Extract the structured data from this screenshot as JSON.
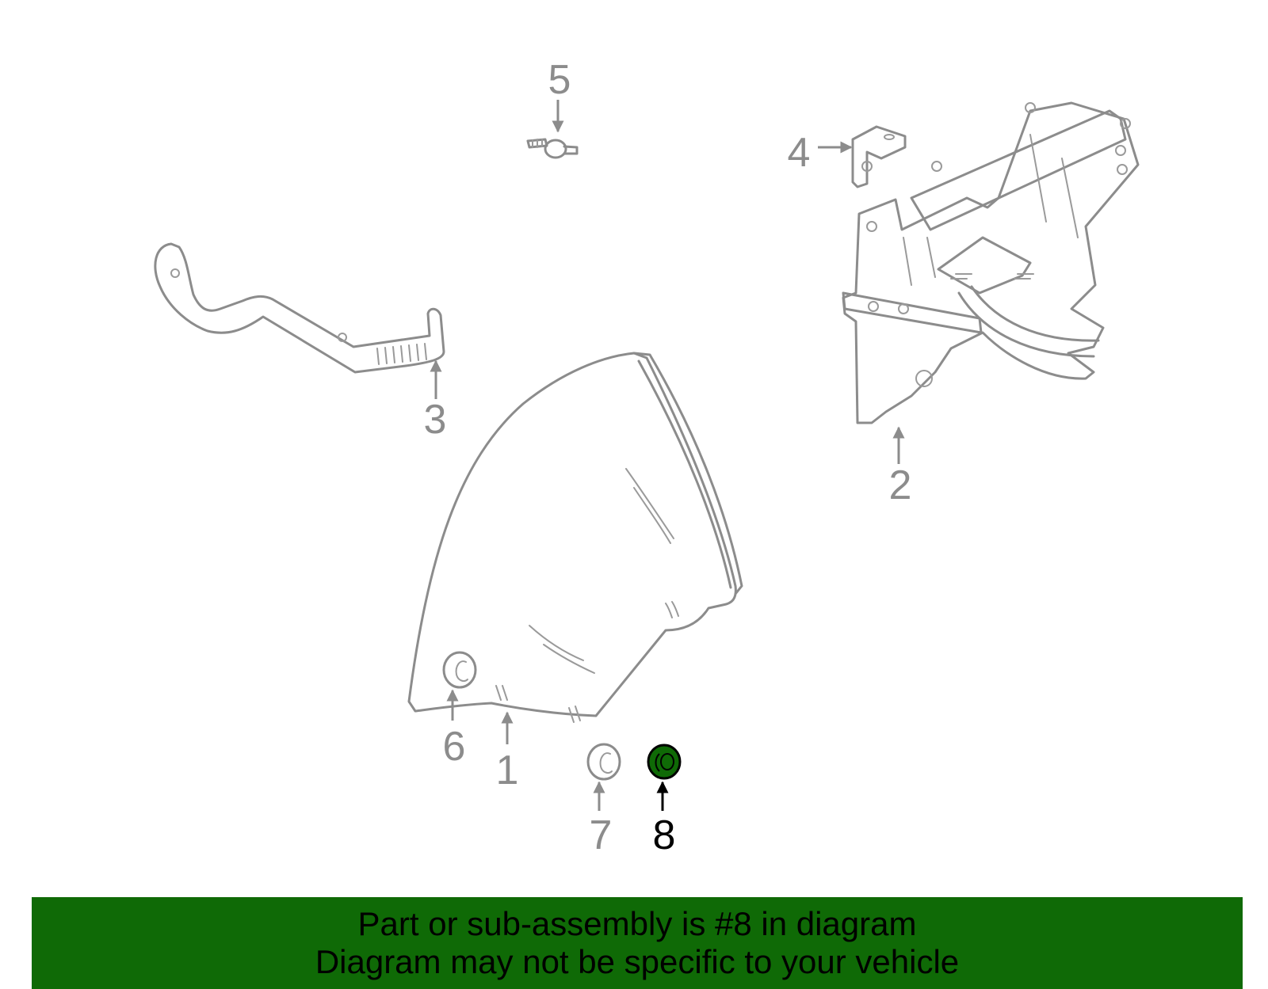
{
  "diagram": {
    "colors": {
      "part_stroke": "#8c8c8c",
      "callout_default": "#8c8c8c",
      "callout_highlight": "#000000",
      "highlight_fill": "#0f6a06",
      "banner_background": "#0f6a06"
    },
    "callouts": [
      {
        "number": "1",
        "part": "quarter-window-glass",
        "highlighted": false
      },
      {
        "number": "2",
        "part": "window-regulator",
        "highlighted": false
      },
      {
        "number": "3",
        "part": "glass-channel-bracket",
        "highlighted": false
      },
      {
        "number": "4",
        "part": "regulator-bracket",
        "highlighted": false
      },
      {
        "number": "5",
        "part": "stud",
        "highlighted": false
      },
      {
        "number": "6",
        "part": "bushing",
        "highlighted": false
      },
      {
        "number": "7",
        "part": "bushing",
        "highlighted": false
      },
      {
        "number": "8",
        "part": "grommet",
        "highlighted": true
      }
    ]
  },
  "banner": {
    "line1": "Part or sub-assembly is #8 in diagram",
    "line2": "Diagram may not be specific to your vehicle"
  }
}
